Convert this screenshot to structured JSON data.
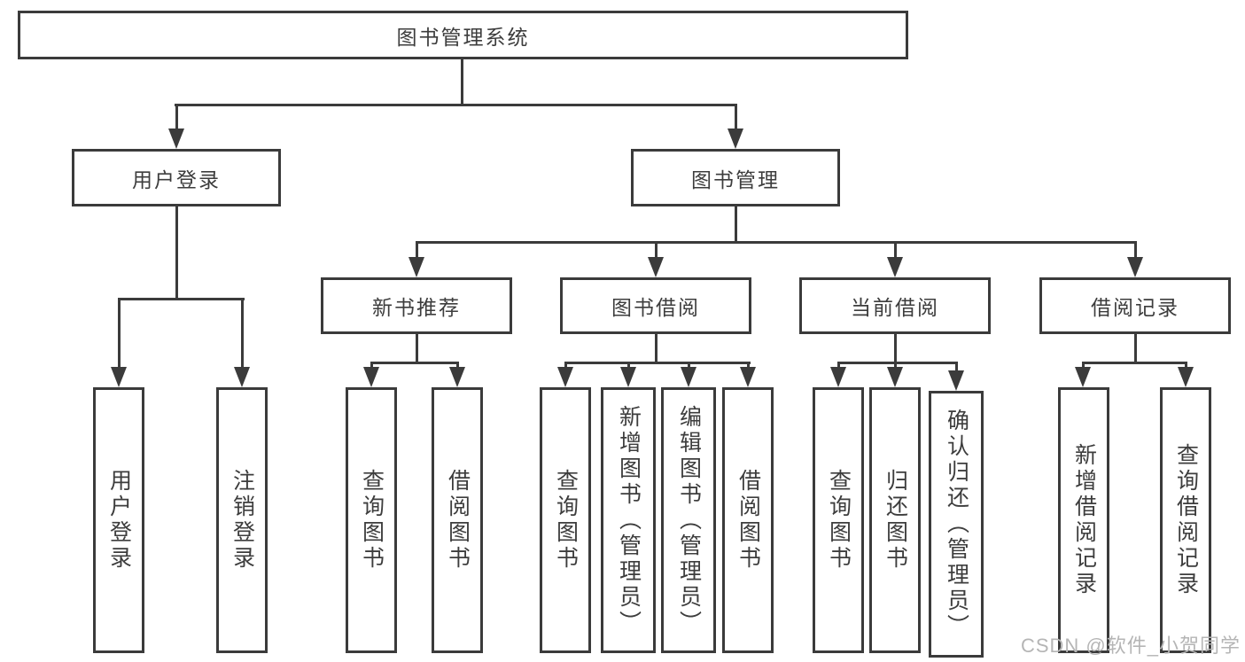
{
  "theme": {
    "line_color": "#3b3b3b",
    "text_color": "#3d3d3d",
    "node_bg": "#ffffff",
    "page_bg": "#ffffff",
    "watermark_color": "#b5b5b5"
  },
  "watermark": {
    "text": "CSDN @软件_小贺同学"
  },
  "tree": {
    "root": {
      "label": "图书管理系统"
    },
    "children": [
      {
        "label": "用户登录",
        "children": [
          {
            "label": "用户登录"
          },
          {
            "label": "注销登录"
          }
        ]
      },
      {
        "label": "图书管理",
        "children": [
          {
            "label": "新书推荐",
            "children": [
              {
                "label": "查询图书"
              },
              {
                "label": "借阅图书"
              }
            ]
          },
          {
            "label": "图书借阅",
            "children": [
              {
                "label": "查询图书"
              },
              {
                "label": "新增图书（管理员）"
              },
              {
                "label": "编辑图书（管理员）"
              },
              {
                "label": "借阅图书"
              }
            ]
          },
          {
            "label": "当前借阅",
            "children": [
              {
                "label": "查询图书"
              },
              {
                "label": "归还图书"
              },
              {
                "label": "确认归还（管理员）"
              }
            ]
          },
          {
            "label": "借阅记录",
            "children": [
              {
                "label": "新增借阅记录"
              },
              {
                "label": "查询借阅记录"
              }
            ]
          }
        ]
      }
    ]
  }
}
